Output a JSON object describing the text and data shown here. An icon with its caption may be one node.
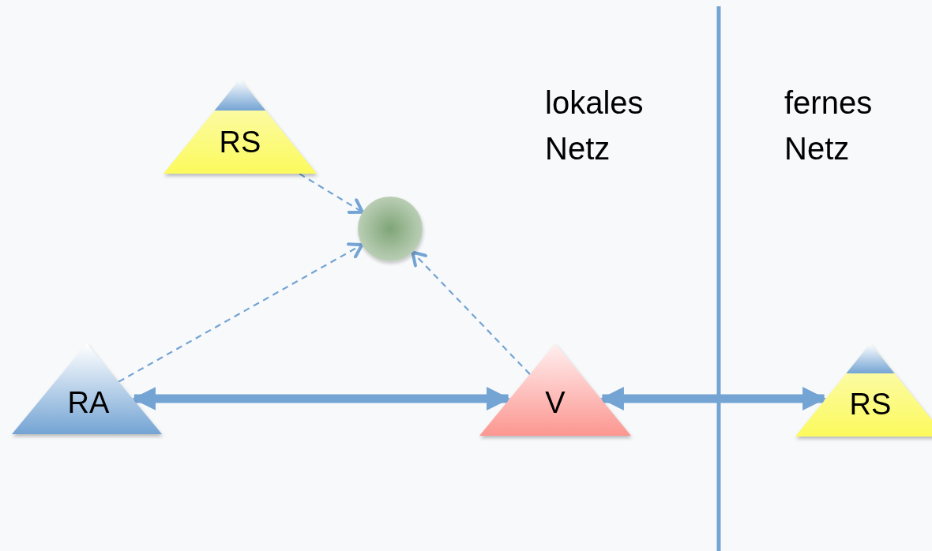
{
  "diagram": {
    "nodes": [
      {
        "text": [
          "RS"
        ]
      },
      {
        "text": [],
        "shape": "circle"
      },
      {
        "text": [
          "RA"
        ]
      },
      {
        "text": [
          "V"
        ]
      },
      {
        "text": [
          "RS"
        ]
      }
    ],
    "edges": [
      {
        "from": 0,
        "to": 1,
        "arrow": "to",
        "style": "dashed"
      },
      {
        "from": 2,
        "to": 1,
        "arrow": "to",
        "style": "dashed"
      },
      {
        "from": 3,
        "to": 1,
        "arrow": "to",
        "style": "dashed"
      },
      {
        "from": 2,
        "to": 3,
        "arrow": "both",
        "style": "thick"
      },
      {
        "from": 3,
        "to": 4,
        "arrow": "both",
        "style": "thick"
      }
    ],
    "labels": [
      "lokales Netz",
      "fernes Netz"
    ]
  }
}
